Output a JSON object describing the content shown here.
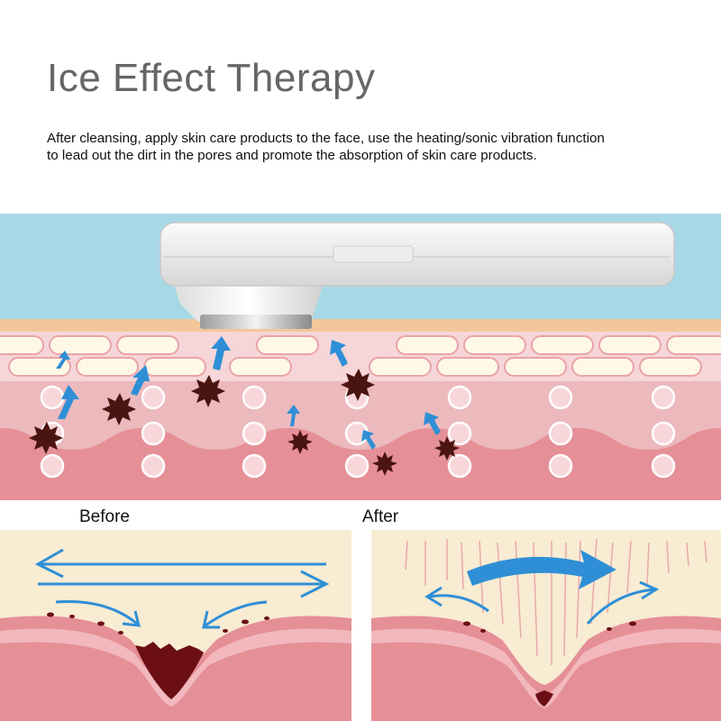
{
  "title": "Ice Effect Therapy",
  "description_lines": [
    "After cleansing, apply skin care products to the face, use the heating/sonic vibration function",
    "to lead out the dirt in the pores and promote the absorption of skin care products."
  ],
  "panels": {
    "before_label": "Before",
    "after_label": "After"
  },
  "colors": {
    "title": "#666666",
    "sky": "#a7d8e6",
    "skin_surface": "#f3c79a",
    "dermis": "#eab3b8",
    "arrow": "#2f8fd6",
    "dirt": "#4a1410",
    "panel_bg": "#f8ecd3"
  },
  "icons": [
    "massage-device-icon",
    "upward-arrow-icon",
    "dirt-particle-icon",
    "curved-arrow-icon"
  ]
}
